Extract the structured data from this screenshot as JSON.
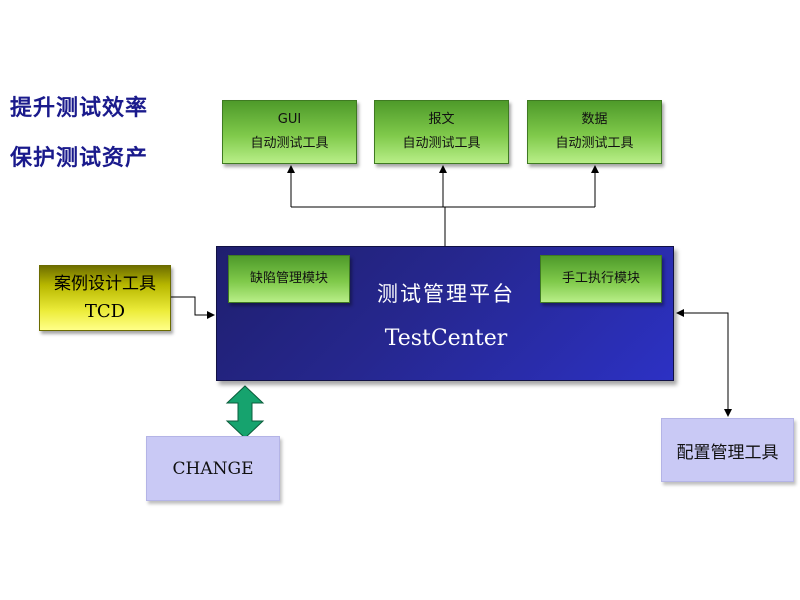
{
  "slogans": [
    "提升测试效率",
    "保护测试资产"
  ],
  "tools_top": [
    {
      "line1": "GUI",
      "line2": "自动测试工具"
    },
    {
      "line1": "报文",
      "line2": "自动测试工具"
    },
    {
      "line1": "数据",
      "line2": "自动测试工具"
    }
  ],
  "platform": {
    "title": "测试管理平台",
    "subtitle": "TestCenter",
    "modules": [
      "缺陷管理模块",
      "手工执行模块"
    ]
  },
  "case_design_tool": {
    "label": "案例设计工具",
    "code": "TCD"
  },
  "change_tool": {
    "label": "CHANGE"
  },
  "config_tool": {
    "label": "配置管理工具"
  },
  "colors": {
    "slogan": "#1a1a8c",
    "tool_green": "#7fc94a",
    "platform_blue": "#2629a0",
    "tcd_yellow": "#ecec3a",
    "lavender": "#c9c9f5",
    "double_arrow": "#16a36e"
  }
}
